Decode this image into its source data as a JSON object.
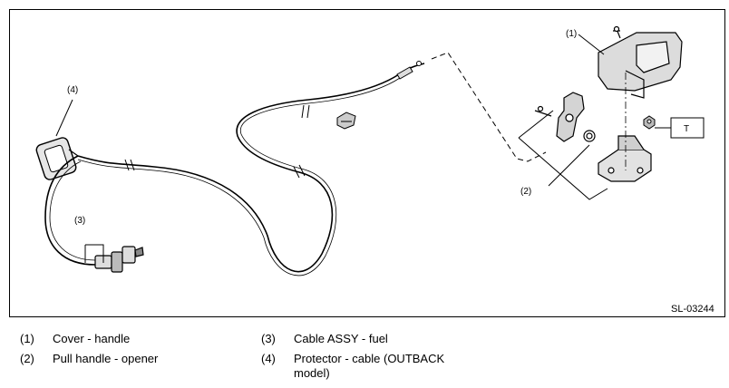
{
  "diagram": {
    "callouts": {
      "c1": "(1)",
      "c2": "(2)",
      "c3": "(3)",
      "c4": "(4)",
      "torque": "T"
    },
    "figure_id": "SL-03244"
  },
  "legend": [
    {
      "num": "(1)",
      "text": "Cover - handle"
    },
    {
      "num": "(2)",
      "text": "Pull handle - opener"
    },
    {
      "num": "(3)",
      "text": "Cable ASSY - fuel"
    },
    {
      "num": "(4)",
      "text": "Protector - cable (OUTBACK",
      "text2": "model)"
    }
  ]
}
